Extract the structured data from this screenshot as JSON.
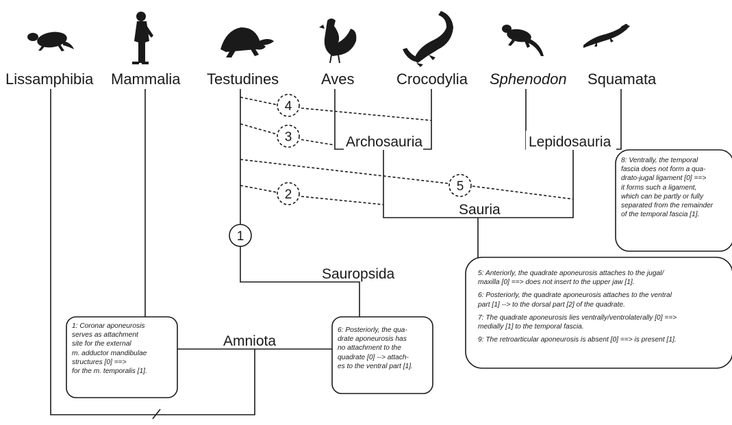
{
  "taxa": {
    "lissamphibia": "Lissamphibia",
    "mammalia": "Mammalia",
    "testudines": "Testudines",
    "aves": "Aves",
    "crocodylia": "Crocodylia",
    "sphenodon": "Sphenodon",
    "squamata": "Squamata"
  },
  "clades": {
    "archosauria": "Archosauria",
    "lepidosauria": "Lepidosauria",
    "sauria": "Sauria",
    "sauropsida": "Sauropsida",
    "amniota": "Amniota"
  },
  "markers": {
    "m1": "1",
    "m2": "2",
    "m3": "3",
    "m4": "4",
    "m5": "5"
  },
  "notes": {
    "amniota": [
      "1: Coronar aponeurosis",
      "serves as attachment",
      "site for the external",
      "m. adductor mandibulae",
      "structures [0] ==>",
      "for the m. temporalis [1]."
    ],
    "sauropsida": [
      "6: Posteriorly, the qua-",
      "drate aponeurosis has",
      "no attachment to the",
      "quadrate [0] --> attach-",
      "es to the ventral part [1]."
    ],
    "sauria": {
      "c5": [
        "5: Anteriorly, the quadrate aponeurosis attaches to the jugal/",
        "maxilla [0] ==> does not insert to the upper jaw [1]."
      ],
      "c6": [
        "6: Posteriorly, the quadrate aponeurosis attaches to the ventral",
        "part [1] --> to the dorsal part [2] of the quadrate."
      ],
      "c7": [
        "7: The quadrate aponeurosis lies ventrally/ventrolaterally [0] ==>",
        "medially [1] to the temporal fascia."
      ],
      "c9": [
        "9: The retroarticular aponeurosis is absent [0] ==> is present [1]."
      ]
    },
    "lepidosauria": [
      "8: Ventrally, the temporal",
      "fascia does not form a qua-",
      "drato-jugal ligament [0] ==>",
      "it forms such a ligament,",
      "which can be partly or fully",
      "separated from the remainder",
      "of the temporal fascia [1]."
    ]
  },
  "icons": [
    "salamander-icon",
    "human-icon",
    "turtle-icon",
    "rooster-icon",
    "crocodile-icon",
    "tuatara-icon",
    "lizard-icon"
  ]
}
